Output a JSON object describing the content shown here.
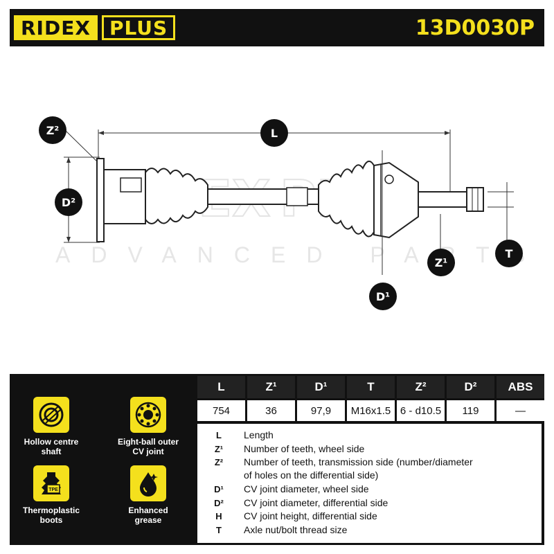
{
  "header": {
    "brand_main": "RIDEX",
    "brand_sub": "PLUS",
    "part_number": "13D0030P"
  },
  "watermark": {
    "word1": "RIDEX",
    "word2": "PLUS",
    "tagline": "ADVANCED PARTS"
  },
  "callouts": {
    "L": "L",
    "Z2": "Z²",
    "D2": "D²",
    "Z1": "Z¹",
    "D1": "D¹",
    "T": "T"
  },
  "features": [
    {
      "label_line1": "Hollow centre",
      "label_line2": "shaft",
      "icon": "hollow-shaft-icon"
    },
    {
      "label_line1": "Eight-ball outer",
      "label_line2": "CV joint",
      "icon": "bearing-icon"
    },
    {
      "label_line1": "Thermoplastic",
      "label_line2": "boots",
      "icon": "boot-icon",
      "badge": "TPE"
    },
    {
      "label_line1": "Enhanced",
      "label_line2": "grease",
      "icon": "grease-icon"
    }
  ],
  "specs": {
    "headers": [
      "L",
      "Z¹",
      "D¹",
      "T",
      "Z²",
      "D²",
      "ABS"
    ],
    "values": [
      "754",
      "36",
      "97,9",
      "M16x1.5",
      "6 - d10.5",
      "119",
      "—"
    ]
  },
  "legend": [
    {
      "key": "L",
      "text": "Length"
    },
    {
      "key": "Z¹",
      "text": "Number of teeth, wheel side"
    },
    {
      "key": "Z²",
      "text": "Number of teeth, transmission side (number/diameter"
    },
    {
      "key": "",
      "text": "of holes on the differential side)"
    },
    {
      "key": "D¹",
      "text": "CV joint diameter, wheel side"
    },
    {
      "key": "D²",
      "text": "CV joint diameter, differential side"
    },
    {
      "key": "H",
      "text": "CV joint height, differential side"
    },
    {
      "key": "T",
      "text": "Axle nut/bolt thread size"
    }
  ],
  "colors": {
    "accent": "#f4e01d",
    "dark": "#111111"
  }
}
